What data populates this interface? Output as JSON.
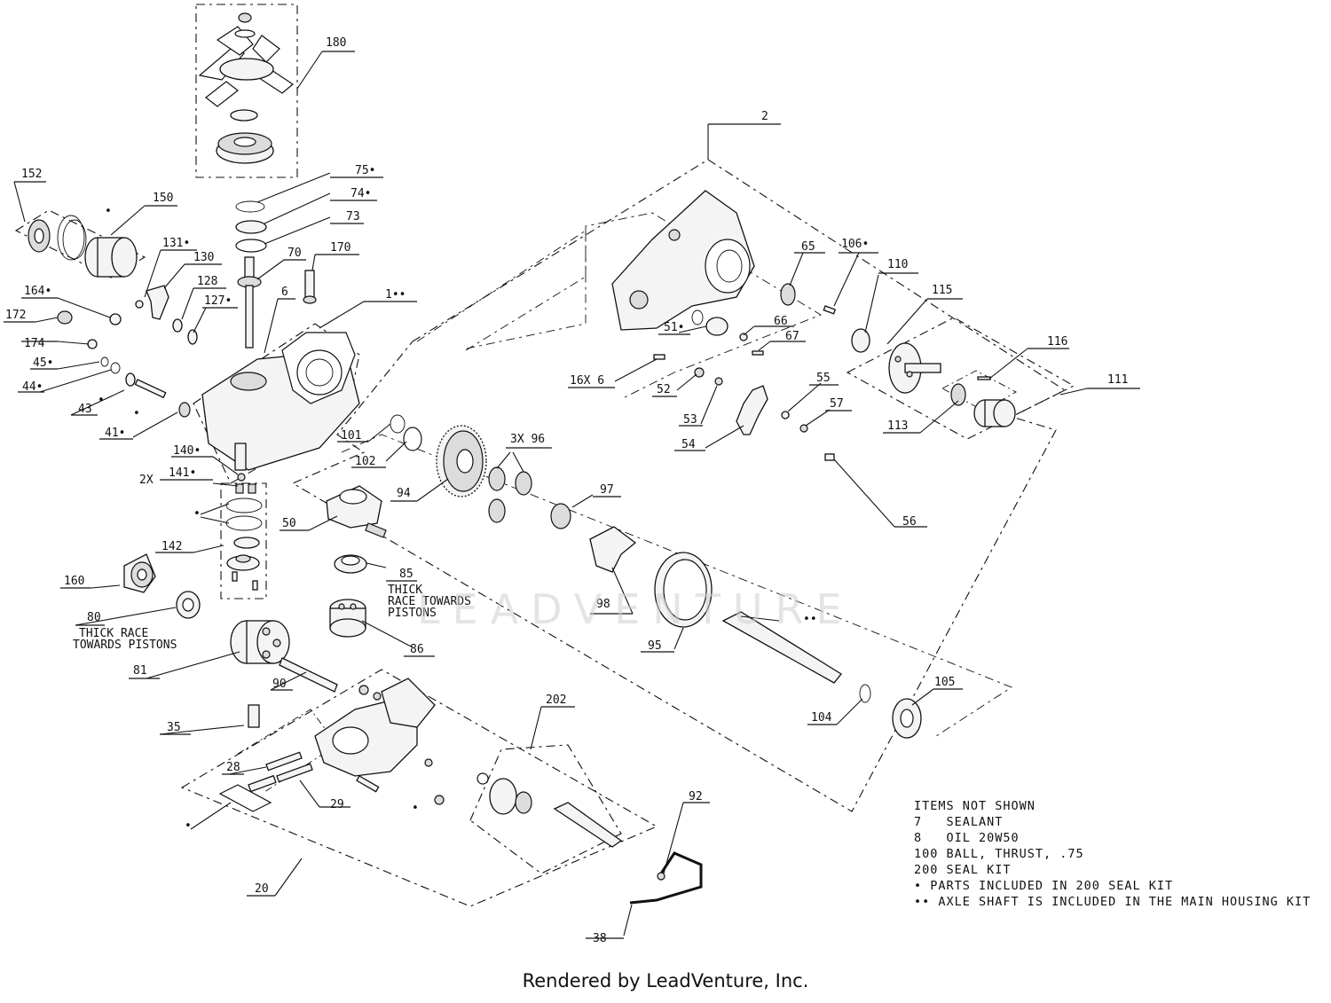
{
  "diagram": {
    "watermark": "LEADVENTURE",
    "callouts": [
      {
        "id": "c180",
        "text": "180"
      },
      {
        "id": "c2",
        "text": "2"
      },
      {
        "id": "c152",
        "text": "152"
      },
      {
        "id": "c150",
        "text": "150"
      },
      {
        "id": "c75",
        "text": "75•"
      },
      {
        "id": "c74",
        "text": "74•"
      },
      {
        "id": "c73",
        "text": "73"
      },
      {
        "id": "c131",
        "text": "131•"
      },
      {
        "id": "c130",
        "text": "130"
      },
      {
        "id": "c70",
        "text": "70"
      },
      {
        "id": "c170",
        "text": "170"
      },
      {
        "id": "c128",
        "text": "128"
      },
      {
        "id": "c6",
        "text": "6"
      },
      {
        "id": "c1",
        "text": "1••"
      },
      {
        "id": "c164",
        "text": "164•"
      },
      {
        "id": "c127",
        "text": "127•"
      },
      {
        "id": "c172",
        "text": "172"
      },
      {
        "id": "c174",
        "text": "174"
      },
      {
        "id": "c45",
        "text": "45•"
      },
      {
        "id": "c44",
        "text": "44•"
      },
      {
        "id": "c43",
        "text": "43"
      },
      {
        "id": "c41",
        "text": "41•"
      },
      {
        "id": "c140",
        "text": "140•"
      },
      {
        "id": "c2x",
        "text": "2X"
      },
      {
        "id": "c141",
        "text": "141•"
      },
      {
        "id": "c142",
        "text": "142"
      },
      {
        "id": "c160",
        "text": "160"
      },
      {
        "id": "c80",
        "text": "80"
      },
      {
        "id": "c80n1",
        "text": "THICK RACE"
      },
      {
        "id": "c80n2",
        "text": "TOWARDS PISTONS"
      },
      {
        "id": "c81",
        "text": "81"
      },
      {
        "id": "c90",
        "text": "90"
      },
      {
        "id": "c35",
        "text": "35"
      },
      {
        "id": "c28",
        "text": "28"
      },
      {
        "id": "c29",
        "text": "29"
      },
      {
        "id": "c20",
        "text": "20"
      },
      {
        "id": "c101",
        "text": "101"
      },
      {
        "id": "c102",
        "text": "102"
      },
      {
        "id": "c94",
        "text": "94"
      },
      {
        "id": "c50",
        "text": "50"
      },
      {
        "id": "c85",
        "text": "85"
      },
      {
        "id": "c85n1",
        "text": "THICK"
      },
      {
        "id": "c85n2",
        "text": "RACE TOWARDS"
      },
      {
        "id": "c85n3",
        "text": "PISTONS"
      },
      {
        "id": "c86",
        "text": "86"
      },
      {
        "id": "c96",
        "text": "3X 96"
      },
      {
        "id": "c97",
        "text": "97"
      },
      {
        "id": "c98",
        "text": "98"
      },
      {
        "id": "c95",
        "text": "95"
      },
      {
        "id": "c65",
        "text": "65"
      },
      {
        "id": "c106",
        "text": "106•"
      },
      {
        "id": "c110",
        "text": "110"
      },
      {
        "id": "c115",
        "text": "115"
      },
      {
        "id": "c66",
        "text": "66"
      },
      {
        "id": "c67",
        "text": "67"
      },
      {
        "id": "c51",
        "text": "51•"
      },
      {
        "id": "c16x6",
        "text": "16X 6"
      },
      {
        "id": "c52",
        "text": "52"
      },
      {
        "id": "c53",
        "text": "53"
      },
      {
        "id": "c54",
        "text": "54"
      },
      {
        "id": "c55",
        "text": "55"
      },
      {
        "id": "c57",
        "text": "57"
      },
      {
        "id": "c56",
        "text": "56"
      },
      {
        "id": "c116",
        "text": "116"
      },
      {
        "id": "c111",
        "text": "111"
      },
      {
        "id": "c113",
        "text": "113"
      },
      {
        "id": "c104",
        "text": "104"
      },
      {
        "id": "c105",
        "text": "105"
      },
      {
        "id": "c202",
        "text": "202"
      },
      {
        "id": "c92",
        "text": "92"
      },
      {
        "id": "c38",
        "text": "38"
      },
      {
        "id": "cdot1",
        "text": "•"
      },
      {
        "id": "cdot2",
        "text": "•"
      },
      {
        "id": "cdot3",
        "text": "•"
      },
      {
        "id": "cdot4",
        "text": "•"
      },
      {
        "id": "cdot5",
        "text": "•"
      },
      {
        "id": "cdot6",
        "text": "•"
      },
      {
        "id": "cdot7",
        "text": "••"
      }
    ]
  },
  "notes": {
    "heading": "ITEMS NOT SHOWN",
    "lines": [
      "7   SEALANT",
      "8   OIL 20W50",
      "100 BALL, THRUST, .75",
      "200 SEAL KIT",
      "• PARTS INCLUDED IN 200 SEAL KIT",
      "•• AXLE SHAFT IS INCLUDED IN THE MAIN HOUSING KIT"
    ]
  },
  "footer": "Rendered by LeadVenture, Inc."
}
